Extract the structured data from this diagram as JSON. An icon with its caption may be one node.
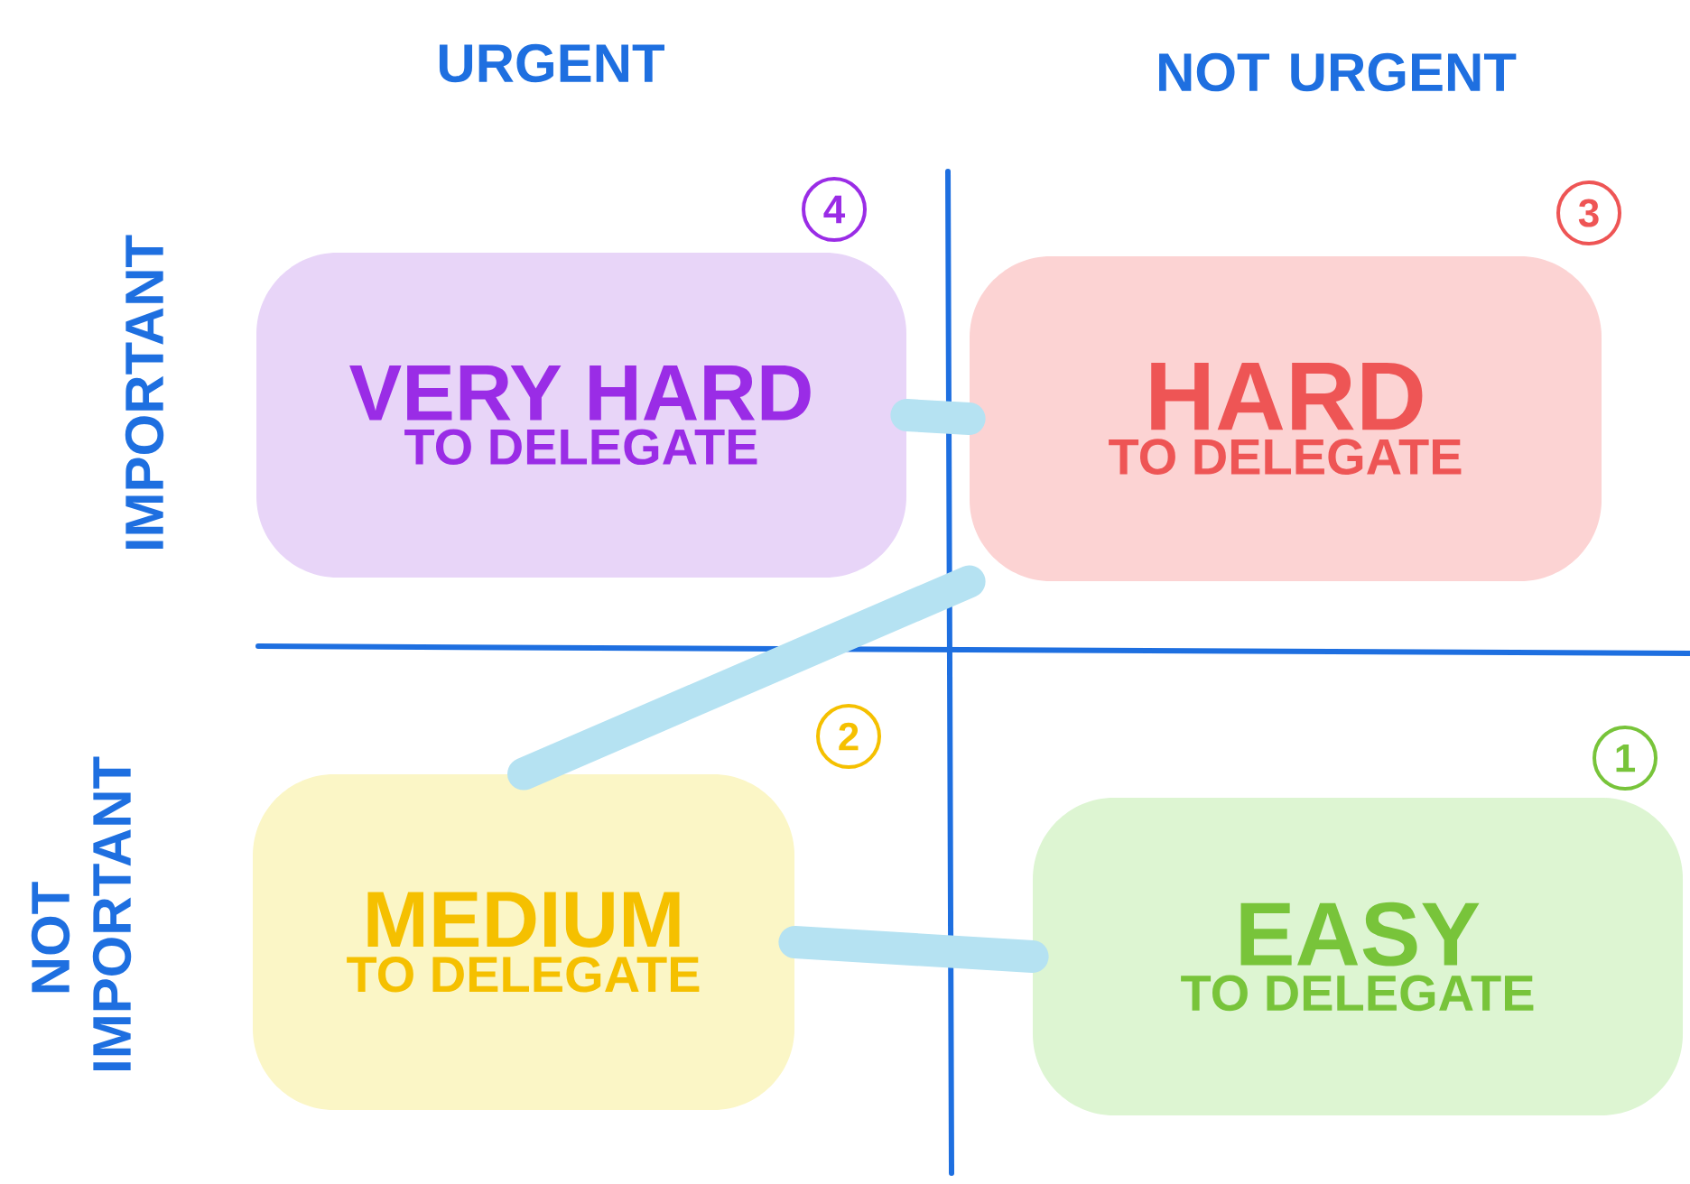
{
  "diagram": {
    "nodes": [
      {
        "text": [
          "VERY HARD",
          "TO DELEGATE"
        ],
        "beside": [
          "4"
        ]
      },
      {
        "text": [
          "HARD",
          "TO DELEGATE"
        ],
        "beside": [
          "3"
        ]
      },
      {
        "text": [
          "MEDIUM",
          "TO DELEGATE"
        ],
        "beside": [
          "2"
        ]
      },
      {
        "text": [
          "EASY",
          "TO DELEGATE"
        ],
        "beside": [
          "1"
        ]
      }
    ],
    "edges": [
      {
        "from": 3,
        "to": 2,
        "arrow": "none"
      },
      {
        "from": 2,
        "to": 1,
        "arrow": "none"
      },
      {
        "from": 1,
        "to": 0,
        "arrow": "none"
      }
    ],
    "labels": [
      "URGENT",
      "NOT URGENT",
      "IMPORTANT",
      "NOT IMPORTANT"
    ]
  }
}
